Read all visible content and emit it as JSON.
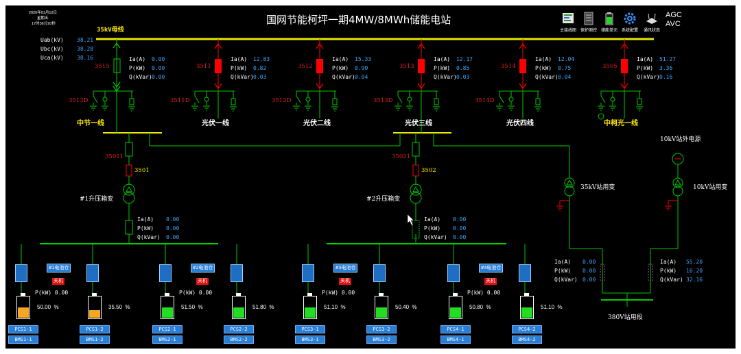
{
  "header": {
    "date": "2020年01月10日",
    "weekday": "星期五",
    "time": "17时36分20秒",
    "title": "国网节能柯坪一期4MW/8MWh储能电站",
    "agc": "AGC",
    "avc": "AVC"
  },
  "toolbar": [
    {
      "label": "主接线图",
      "icon": "diagram-icon"
    },
    {
      "label": "保护测控",
      "icon": "server-icon"
    },
    {
      "label": "储能单元",
      "icon": "battery-icon"
    },
    {
      "label": "系统配置",
      "icon": "gear-icon"
    },
    {
      "label": "通讯状态",
      "icon": "router-icon"
    }
  ],
  "bus35": {
    "name": "35kV母线",
    "uab_label": "Uab(kV)",
    "uab": "38.21",
    "ubc_label": "Ubc(kV)",
    "ubc": "38.28",
    "uca_label": "Uca(kV)",
    "uca": "38.16"
  },
  "meas_labels": {
    "ia": "Ia(A)",
    "p": "P(kW)",
    "q": "Q(kVar)"
  },
  "feeders": [
    {
      "breaker": "3515",
      "ia": "0.00",
      "p": "0.00",
      "q": "0.00",
      "earth": "3513D",
      "name": "中节一线"
    },
    {
      "breaker": "3511",
      "ia": "12.83",
      "p": "0.82",
      "q": "0.03",
      "earth": "3511D",
      "name": "光伏一线"
    },
    {
      "breaker": "3512",
      "ia": "15.33",
      "p": "0.90",
      "q": "0.04",
      "earth": "3512D",
      "name": "光伏二线"
    },
    {
      "breaker": "3513",
      "ia": "12.17",
      "p": "0.85",
      "q": "0.03",
      "earth": "3513D",
      "name": "光伏三线"
    },
    {
      "breaker": "3514",
      "ia": "12.04",
      "p": "0.75",
      "q": "0.04",
      "earth": "3514D",
      "name": "光伏四线"
    },
    {
      "breaker": "3505",
      "ia": "51.27",
      "p": "3.36",
      "q": "0.16",
      "earth": "",
      "name": "中柯光一线"
    }
  ],
  "transformers": [
    {
      "isolator": "35011",
      "breaker": "3501",
      "name": "#1升压箱变",
      "ia": "0.00",
      "p": "0.00",
      "q": "0.00"
    },
    {
      "isolator": "35021",
      "breaker": "3502",
      "name": "#2升压箱变",
      "ia": "0.00",
      "p": "0.00",
      "q": "0.00"
    }
  ],
  "station": {
    "tr35_name": "35kV站用变",
    "ext_name": "10kV站外电源",
    "tr10_name": "10kV站用变",
    "left": {
      "ia": "0.00",
      "p": "0.00",
      "q": "0.00"
    },
    "right": {
      "ia": "55.20",
      "p": "16.20",
      "q": "32.16"
    },
    "bus380": "380V站用段"
  },
  "units": [
    {
      "name": "#1电池仓",
      "status": "关机",
      "p_label": "P(kW)",
      "p": "0.00",
      "pcs_a": "PCS1-1",
      "bms_a": "BMS1-1",
      "soc_a": 50.0,
      "soc_a_text": "50.00",
      "color_a": "#f5a623",
      "pcs_b": "PCS1-2",
      "bms_b": "BMS1-2",
      "soc_b": 35.5,
      "soc_b_text": "35.50",
      "color_b": "#f5a623"
    },
    {
      "name": "#2电池仓",
      "status": "关机",
      "p_label": "P(kW)",
      "p": "0.00",
      "pcs_a": "PCS2-1",
      "bms_a": "BMS2-1",
      "soc_a": 51.5,
      "soc_a_text": "51.50",
      "color_a": "#22dd22",
      "pcs_b": "PCS2-2",
      "bms_b": "BMS2-2",
      "soc_b": 51.8,
      "soc_b_text": "51.80",
      "color_b": "#22dd22"
    },
    {
      "name": "#3电池仓",
      "status": "关机",
      "p_label": "P(kW)",
      "p": "0.00",
      "pcs_a": "PCS3-1",
      "bms_a": "BMS3-1",
      "soc_a": 51.1,
      "soc_a_text": "51.10",
      "color_a": "#22dd22",
      "pcs_b": "PCS3-2",
      "bms_b": "BMS3-2",
      "soc_b": 50.4,
      "soc_b_text": "50.40",
      "color_b": "#22dd22"
    },
    {
      "name": "#4电池仓",
      "status": "关机",
      "p_label": "P(kW)",
      "p": "0.00",
      "pcs_a": "PCS4-1",
      "bms_a": "BMS4-1",
      "soc_a": 50.8,
      "soc_a_text": "50.80",
      "color_a": "#22dd22",
      "pcs_b": "PCS4-2",
      "bms_b": "BMS4-2",
      "soc_b": 51.1,
      "soc_b_text": "51.10",
      "color_b": "#22dd22"
    }
  ],
  "percent_sign": "%",
  "colors": {
    "bus": "#e8e800",
    "line": "#00cc00",
    "breaker_closed": "#ff0000",
    "value": "#3aa6ff"
  }
}
